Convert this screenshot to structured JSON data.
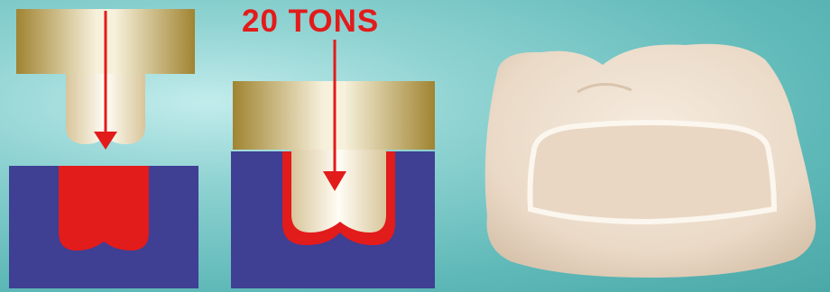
{
  "diagram": {
    "force_label": "20 TONS",
    "parts": [
      "press-punch",
      "die-block",
      "pressed-material",
      "pressed-crown"
    ]
  },
  "colors": {
    "background": "#5fb9b8",
    "die": "#3f3f94",
    "material": "#e21b1b",
    "arrow": "#e21b1b",
    "punch_gold": "#b79a45",
    "punch_light": "#fdf9ee",
    "crown": "#efe3d2"
  },
  "icons": [
    "arrow-down-icon"
  ]
}
